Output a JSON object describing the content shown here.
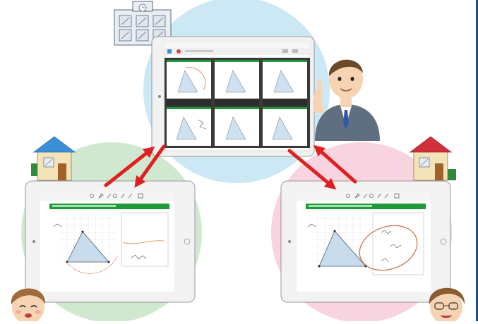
{
  "diagram": {
    "nodes": {
      "school": {
        "icon": "school-building-icon"
      },
      "teacher": {
        "icon": "teacher-icon"
      },
      "home_left": {
        "icon": "house-icon"
      },
      "home_right": {
        "icon": "house-icon"
      },
      "student_left": {
        "icon": "student-boy-icon"
      },
      "student_right": {
        "icon": "student-glasses-icon"
      }
    },
    "devices": {
      "teacher_tablet": {
        "panels": 6,
        "toolbar_accent": "#1e9a3a"
      },
      "left_tablet": {
        "banner_color": "#1e9a3a"
      },
      "right_tablet": {
        "banner_color": "#1e9a3a"
      }
    },
    "colors": {
      "circle_top": "#cde8f5",
      "circle_left": "#cfe8cf",
      "circle_right": "#f8d3e0",
      "arrow": "#e02020",
      "right_border": "#1a4f8f"
    },
    "connections": [
      {
        "from": "left_tablet",
        "to": "teacher_tablet",
        "direction": "bidirectional"
      },
      {
        "from": "right_tablet",
        "to": "teacher_tablet",
        "direction": "bidirectional"
      }
    ]
  }
}
